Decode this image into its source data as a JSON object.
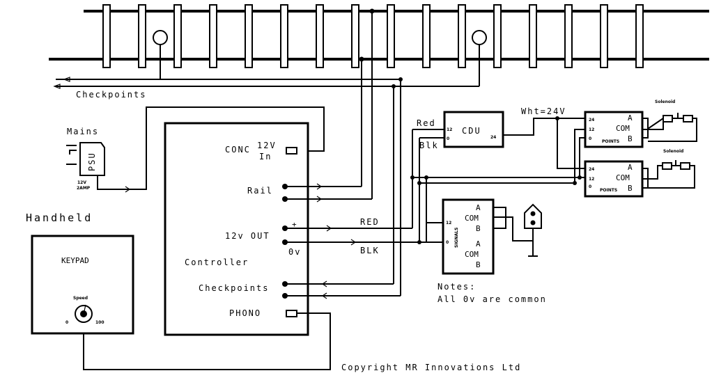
{
  "labels": {
    "checkpoints_top": "Checkpoints",
    "mains": "Mains",
    "psu": "PSU",
    "psu_rating_1": "12V",
    "psu_rating_2": "2AMP",
    "handheld": "Handheld",
    "keypad": "KEYPAD",
    "speed": "Speed",
    "speed_min": "0",
    "speed_max": "100",
    "conc": "CONC",
    "v12": "12V",
    "in": "In",
    "rail": "Rail",
    "out_12v": "12v OUT",
    "plus": "+",
    "zero_v": "0v",
    "controller": "Controller",
    "checkpoints_ctrl": "Checkpoints",
    "phono": "PHONO",
    "red_wire": "RED",
    "blk_wire": "BLK",
    "red_cdu": "Red",
    "blk_cdu": "Blk",
    "cdu": "CDU",
    "cdu_12": "12",
    "cdu_0": "0",
    "cdu_24": "24",
    "wht": "Wht=24V",
    "solenoid_1": "Solenoid",
    "solenoid_2": "Solenoid",
    "points_1_24": "24",
    "points_1_12": "12",
    "points_1_0": "0",
    "points_1_title": "POINTS",
    "points_1_a": "A",
    "points_1_com": "COM",
    "points_1_b": "B",
    "points_2_24": "24",
    "points_2_12": "12",
    "points_2_0": "0",
    "points_2_title": "POINTS",
    "points_2_a": "A",
    "points_2_com": "COM",
    "points_2_b": "B",
    "sig_12": "12",
    "sig_0": "0",
    "sig_title": "SIGNALS",
    "sig_a1": "A",
    "sig_com1": "COM",
    "sig_b1": "B",
    "sig_a2": "A",
    "sig_com2": "COM",
    "sig_b2": "B",
    "notes_title": "Notes:",
    "notes_body": "All 0v are common",
    "copyright": "Copyright MR Innovations Ltd"
  }
}
